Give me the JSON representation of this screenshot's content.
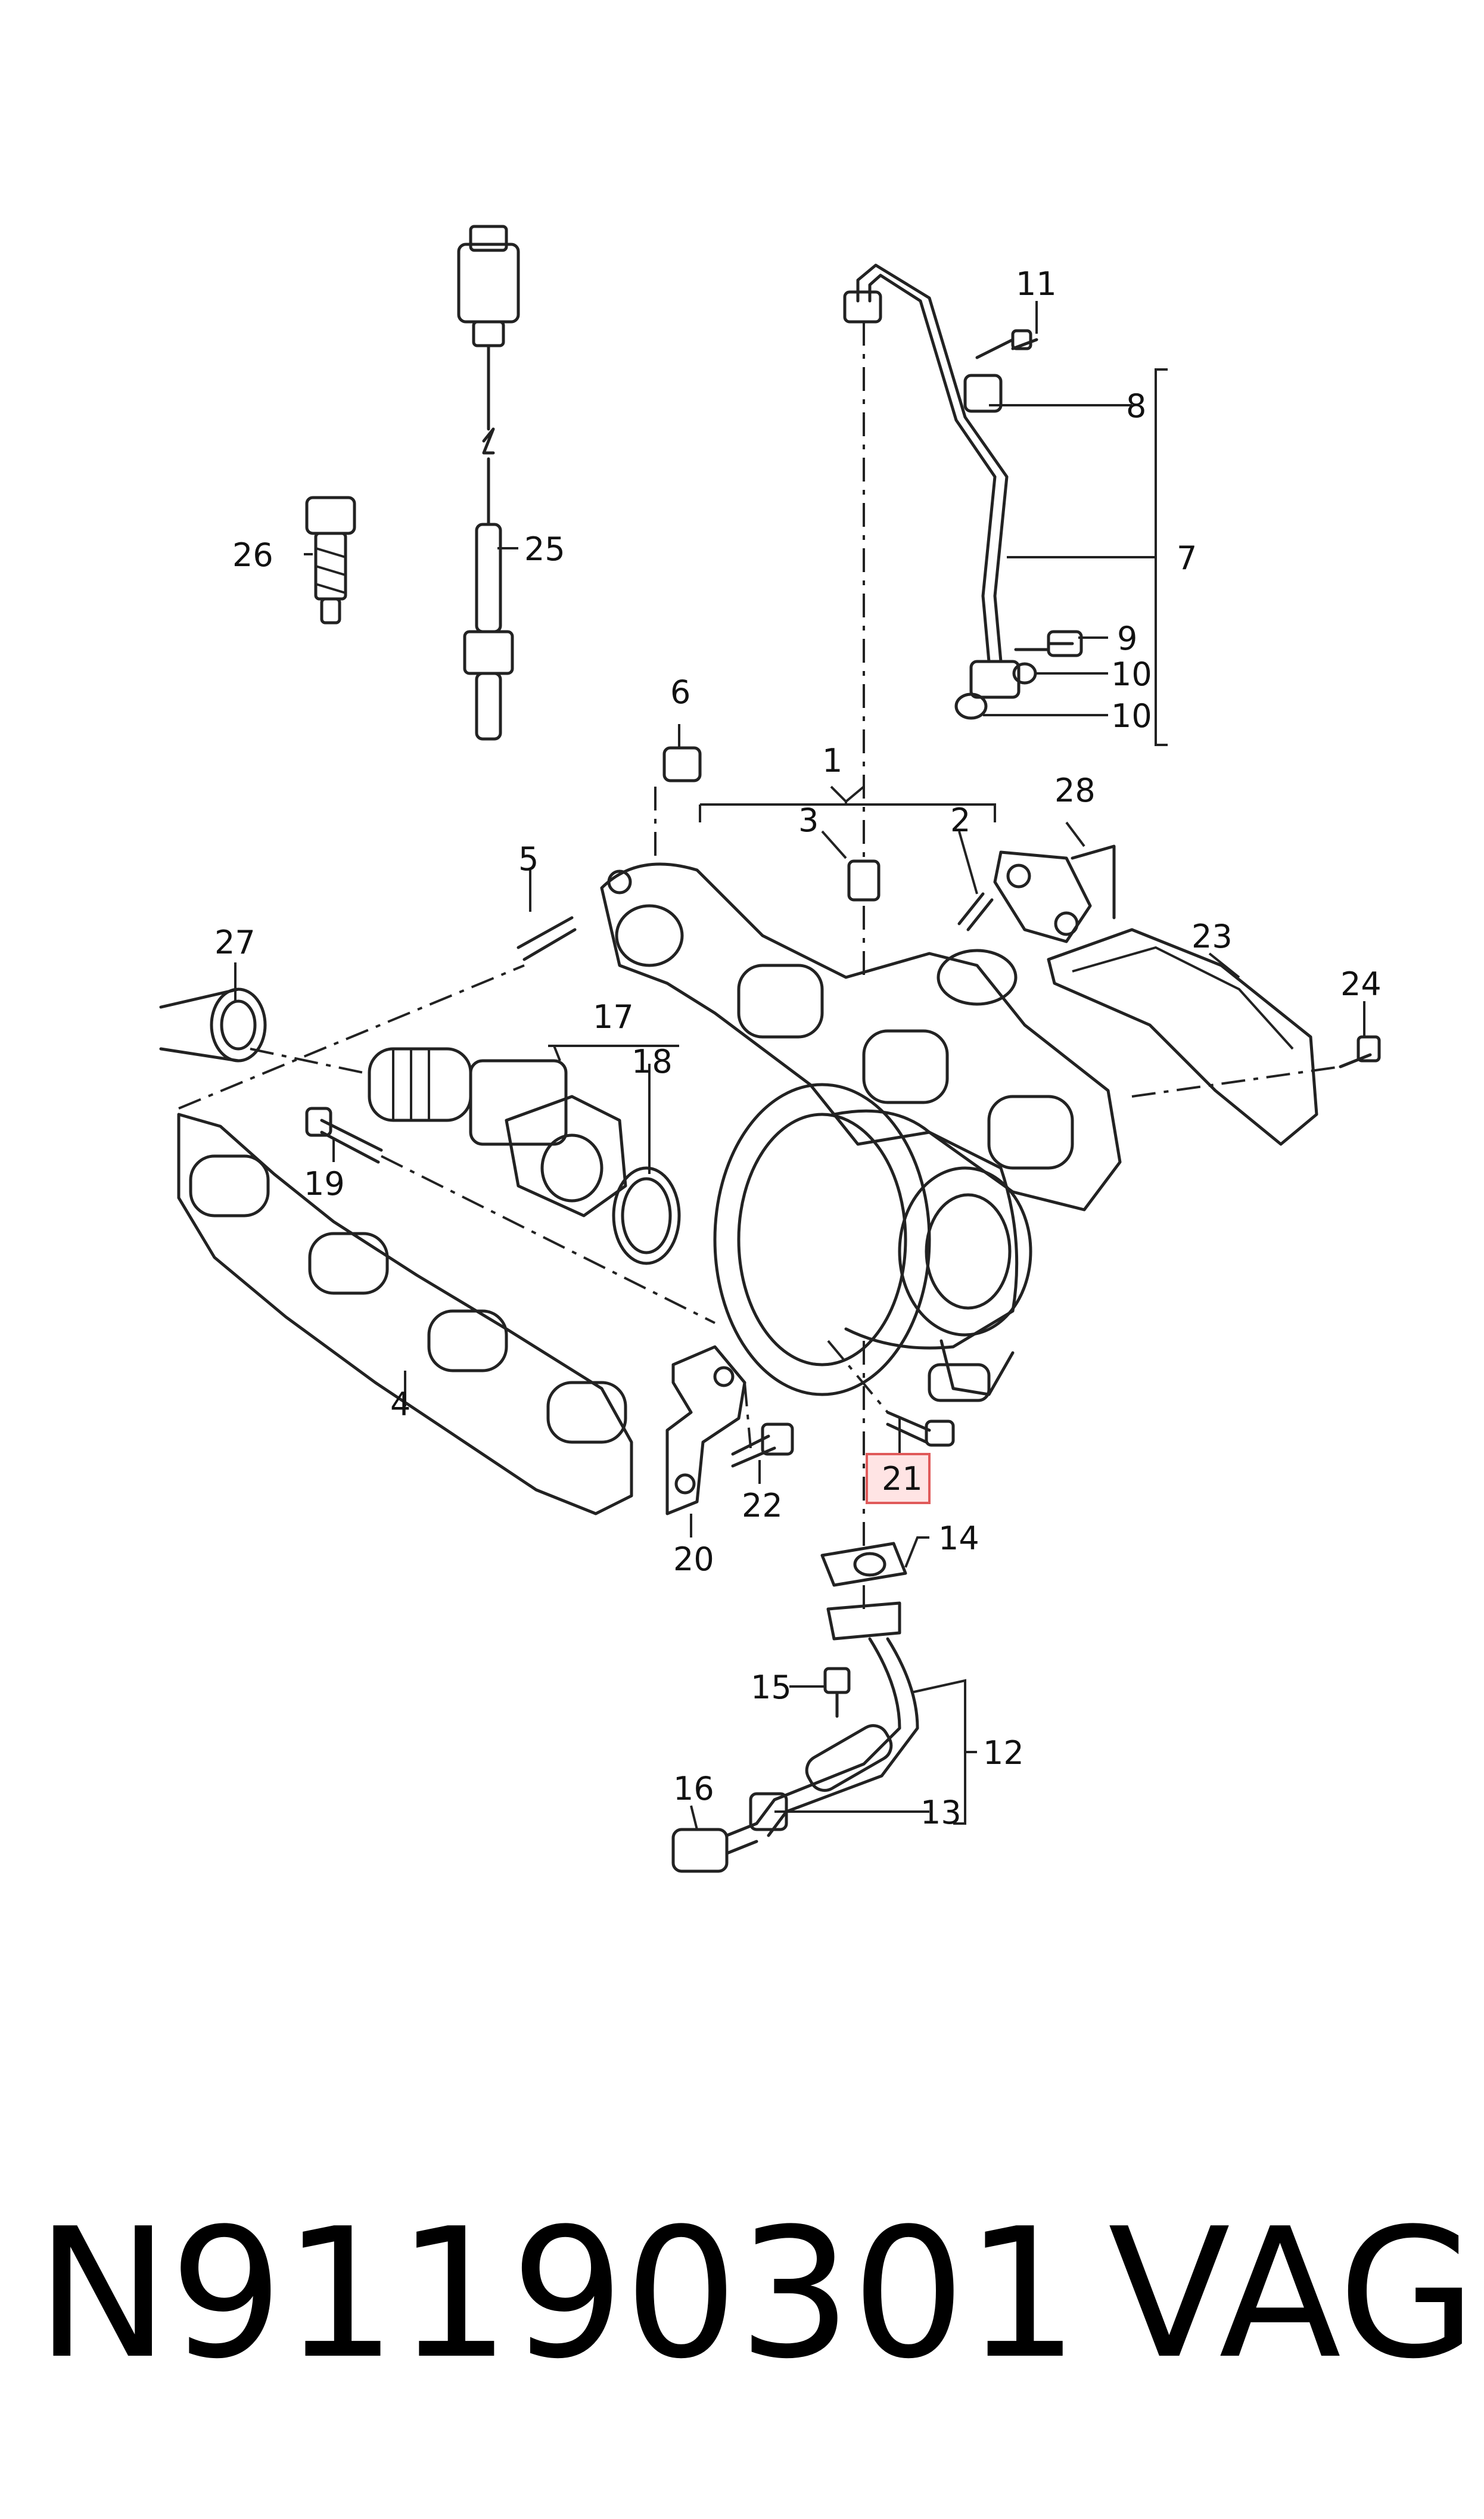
{
  "callouts": {
    "c1": "1",
    "c2": "2",
    "c3": "3",
    "c4": "4",
    "c5": "5",
    "c6": "6",
    "c7": "7",
    "c8": "8",
    "c9": "9",
    "c10a": "10",
    "c10b": "10",
    "c11": "11",
    "c12": "12",
    "c13": "13",
    "c14": "14",
    "c15": "15",
    "c16": "16",
    "c17": "17",
    "c18": "18",
    "c19": "19",
    "c20": "20",
    "c21": "21",
    "c22": "22",
    "c23": "23",
    "c24": "24",
    "c25": "25",
    "c26": "26",
    "c27": "27",
    "c28": "28"
  },
  "highlighted_callout": "21",
  "highlight_color": "#e05a5a",
  "footer": {
    "part_number": "N91190301",
    "brand": "VAG"
  }
}
